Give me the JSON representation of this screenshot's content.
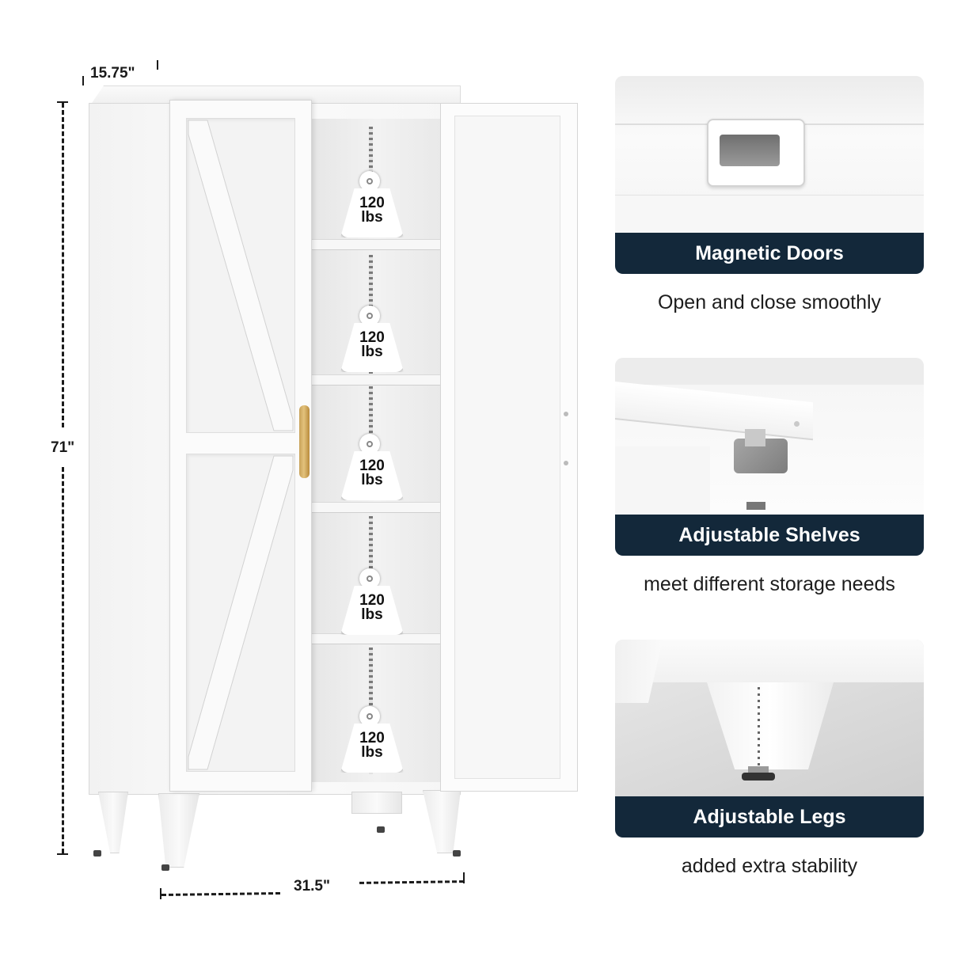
{
  "dimensions": {
    "depth": "15.75\"",
    "height": "71\"",
    "width": "31.5\""
  },
  "shelf_weights": [
    {
      "value": "120",
      "unit": "lbs"
    },
    {
      "value": "120",
      "unit": "lbs"
    },
    {
      "value": "120",
      "unit": "lbs"
    },
    {
      "value": "120",
      "unit": "lbs"
    },
    {
      "value": "120",
      "unit": "lbs"
    }
  ],
  "features": [
    {
      "title": "Magnetic Doors",
      "description": "Open and close smoothly"
    },
    {
      "title": "Adjustable Shelves",
      "description": "meet different storage needs"
    },
    {
      "title": "Adjustable Legs",
      "description": "added extra stability"
    }
  ],
  "colors": {
    "banner": "#13283a",
    "handle": "#d9b56b",
    "cabinet": "#f8f8f8"
  }
}
